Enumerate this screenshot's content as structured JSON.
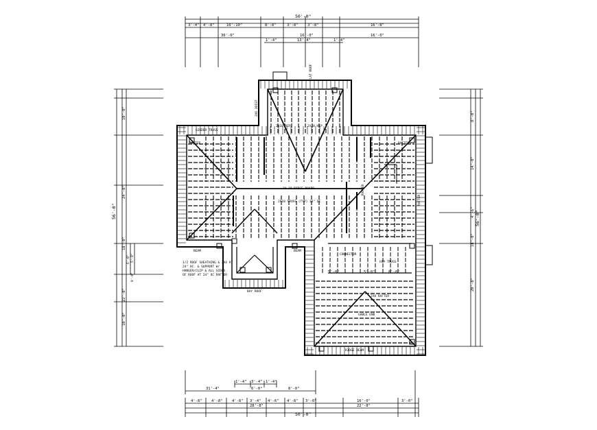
{
  "top_dims": {
    "overall": "50'-0\"",
    "row1": [
      "3'-4\"",
      "4'-8\"",
      "10'-10\"",
      "8'-8\"",
      "3'-8\"",
      "3'-8\"",
      "16'-8\""
    ],
    "row2": [
      "30'-0\"",
      "16'-0\"",
      "16'-0\""
    ],
    "row3": [
      "1'-4\"",
      "13'-4\"",
      "1'-4\""
    ]
  },
  "bottom_dims": {
    "top_row": [
      "1'-4\"",
      "3'-4\"",
      "1'-4\""
    ],
    "second_row": [
      "31'-4\"",
      "6'-0\"",
      "8'-0\""
    ],
    "third_row": [
      "4'-8\"",
      "4'-8\"",
      "4'-8\"",
      "3'-4\"",
      "4'-6\"",
      "4'-8\"",
      "3'-0\"",
      "16'-0\"",
      "3'-0\""
    ],
    "fourth_row": [
      "28'-8\"",
      "22'-8\""
    ],
    "overall": "50'-0\""
  },
  "left_dims": {
    "overall": "56'-0\"",
    "segments": [
      "10'-0\"",
      "24'-0\"",
      "18'-0\"",
      "22'-0\"",
      "10'-0\""
    ],
    "small": [
      "6'-0\"",
      "5'-8\"",
      "8'-8\""
    ]
  },
  "right_dims": {
    "overall": "56'-0\"",
    "segments": [
      "8'-0\"",
      "14'-0\"",
      "4'-6\"",
      "18'-0\"",
      "20'-8\""
    ]
  },
  "labels": {
    "ridge": "2X 10 RIDGE BOARD",
    "header": "2X10 TRUSS (TYP) 16\" OC",
    "hip": "2X10 HIP",
    "hip2": "2X10 HIP",
    "girder": "GIRDER TRUSS",
    "bearing_1": "BEAM",
    "bearing_2": "BEAM",
    "dim_5_0a": "5'-0\"",
    "dim_5_0b": "5'-0\"",
    "dim_8_0": "8'-0\"",
    "note_a": "HIP TRUSS",
    "note_b": "2X8 RAFTER",
    "note_c": "CONNECTOR",
    "callout": [
      "1/2 ROOF SHEATHING & 2X4 AT",
      "24\" OC. & SUPPORT W/",
      "HANGER/CLIP & ALL SIDES",
      "OF ROOF AT 24\" OC RAFTER"
    ],
    "bay_label": "BAY ROOF",
    "gable_label": "GABLE END",
    "ridge_label": "RIDGE BEAM",
    "porch_label": "2X6 JOIST",
    "porch_label2": "FLAT ROOF",
    "corner_label_1": "RAFTER",
    "corner_label_2": "RAFTER",
    "corner_label_3": "RAFTER",
    "corner_label_4": "RAFTER"
  }
}
